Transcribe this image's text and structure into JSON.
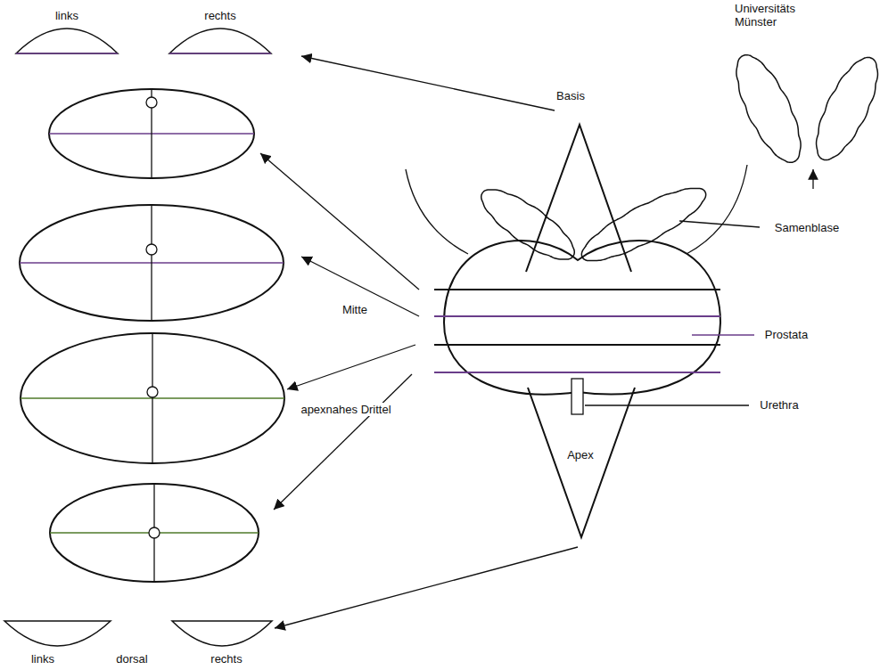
{
  "diagram": {
    "labels": [
      "links",
      "rechts",
      "Universitäts Münster",
      "Basis",
      "Samenblase",
      "Mitte",
      "Prostata",
      "Urethra",
      "apexnahes Drittel",
      "Apex",
      "links",
      "dorsal",
      "rechts"
    ]
  }
}
